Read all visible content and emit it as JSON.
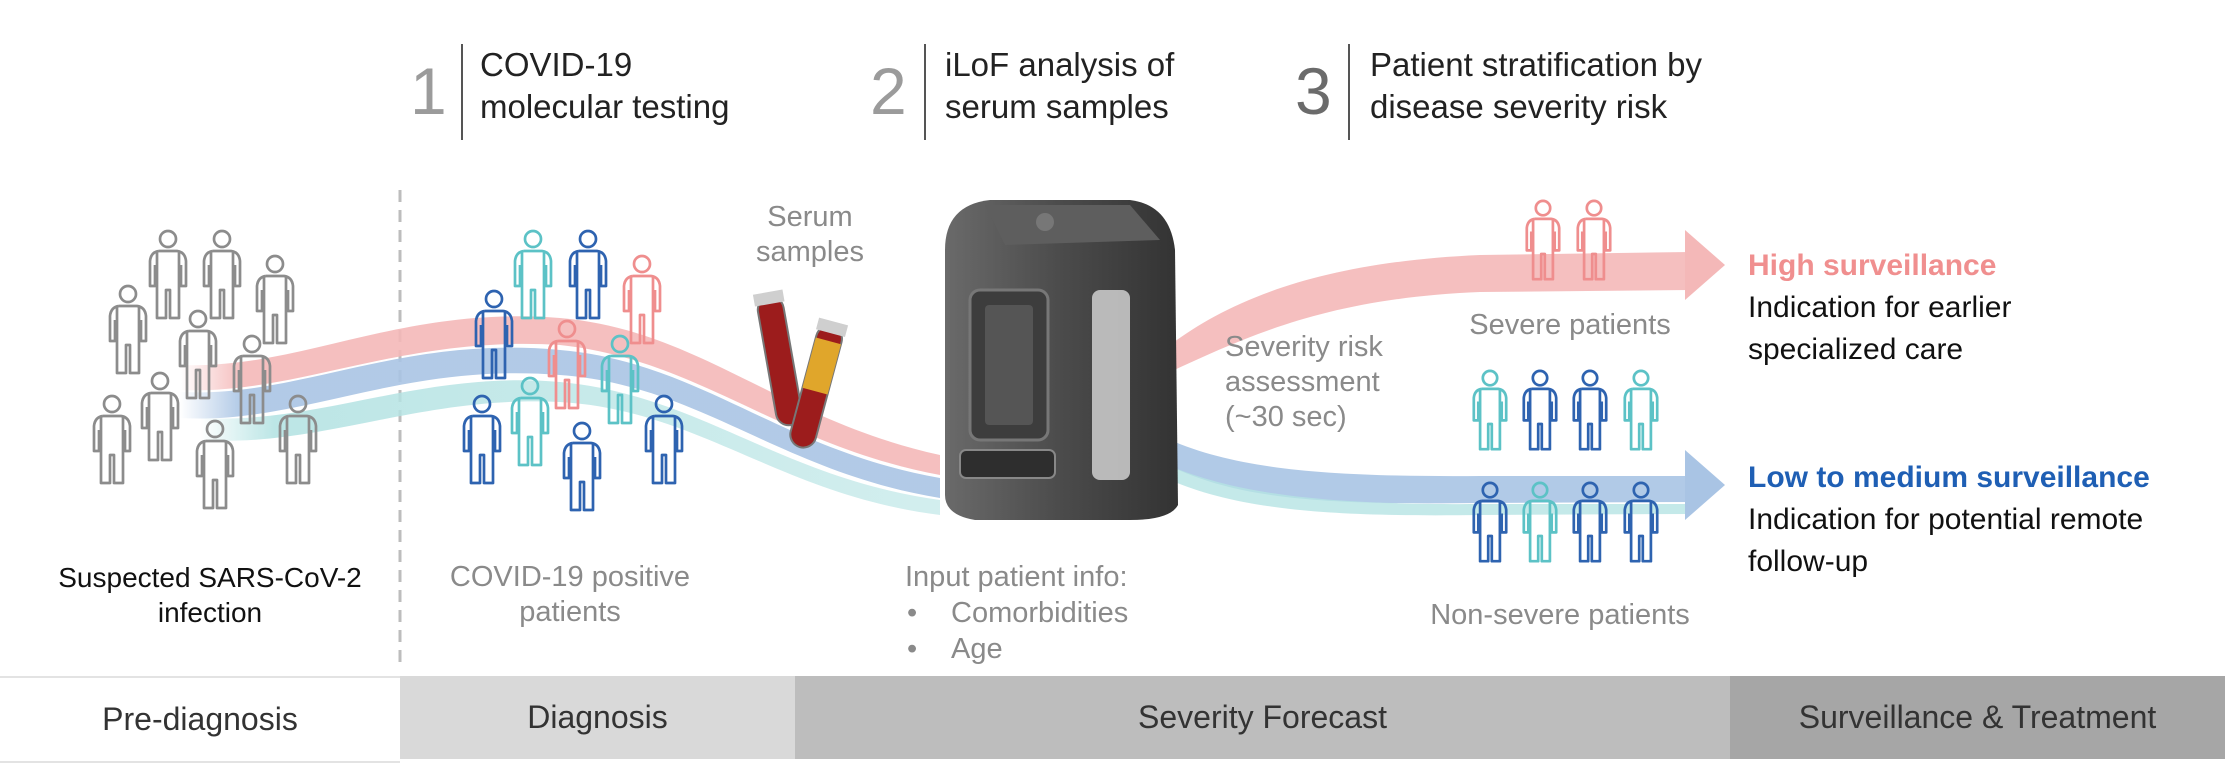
{
  "steps": [
    {
      "number": "1",
      "text_line1": "COVID-19",
      "text_line2": "molecular testing"
    },
    {
      "number": "2",
      "text_line1": "iLoF analysis of",
      "text_line2": "serum samples"
    },
    {
      "number": "3",
      "text_line1": "Patient stratification by",
      "text_line2": "disease severity risk"
    }
  ],
  "labels": {
    "serum_line1": "Serum",
    "serum_line2": "samples",
    "suspected_line1": "Suspected SARS-CoV-2",
    "suspected_line2": "infection",
    "positive_line1": "COVID-19 positive",
    "positive_line2": "patients",
    "input_title": "Input patient info:",
    "input_items": [
      "Comorbidities",
      "Age"
    ],
    "risk_line1": "Severity risk",
    "risk_line2": "assessment",
    "risk_line3": "(~30 sec)",
    "severe": "Severe patients",
    "non_severe": "Non-severe patients"
  },
  "outcomes": {
    "high": {
      "title": "High surveillance",
      "line1": "Indication for earlier",
      "line2": "specialized care",
      "color": "#f08f8f"
    },
    "low": {
      "title": "Low to medium surveillance",
      "line1": "Indication for potential remote",
      "line2": "follow-up",
      "color": "#1f5fb4"
    }
  },
  "phases": [
    {
      "label": "Pre-diagnosis",
      "color": "#ffffff"
    },
    {
      "label": "Diagnosis",
      "color": "#d9d9d9"
    },
    {
      "label": "Severity Forecast",
      "color": "#bdbdbd"
    },
    {
      "label": "Surveillance & Treatment",
      "color": "#a6a6a6"
    }
  ],
  "colors": {
    "stream_red": "#f4b8b8",
    "stream_blue": "#a9c4e4",
    "stream_teal": "#b5e3e3",
    "person_gray": "#8c8c8c",
    "person_blue": "#2e63b0",
    "person_teal": "#5cc2c6",
    "person_red": "#ef8e8e",
    "device": "#4a4a4a"
  },
  "icons": [
    "person-icon",
    "test-tube-icon",
    "ilof-device-icon",
    "arrow-right-icon"
  ]
}
